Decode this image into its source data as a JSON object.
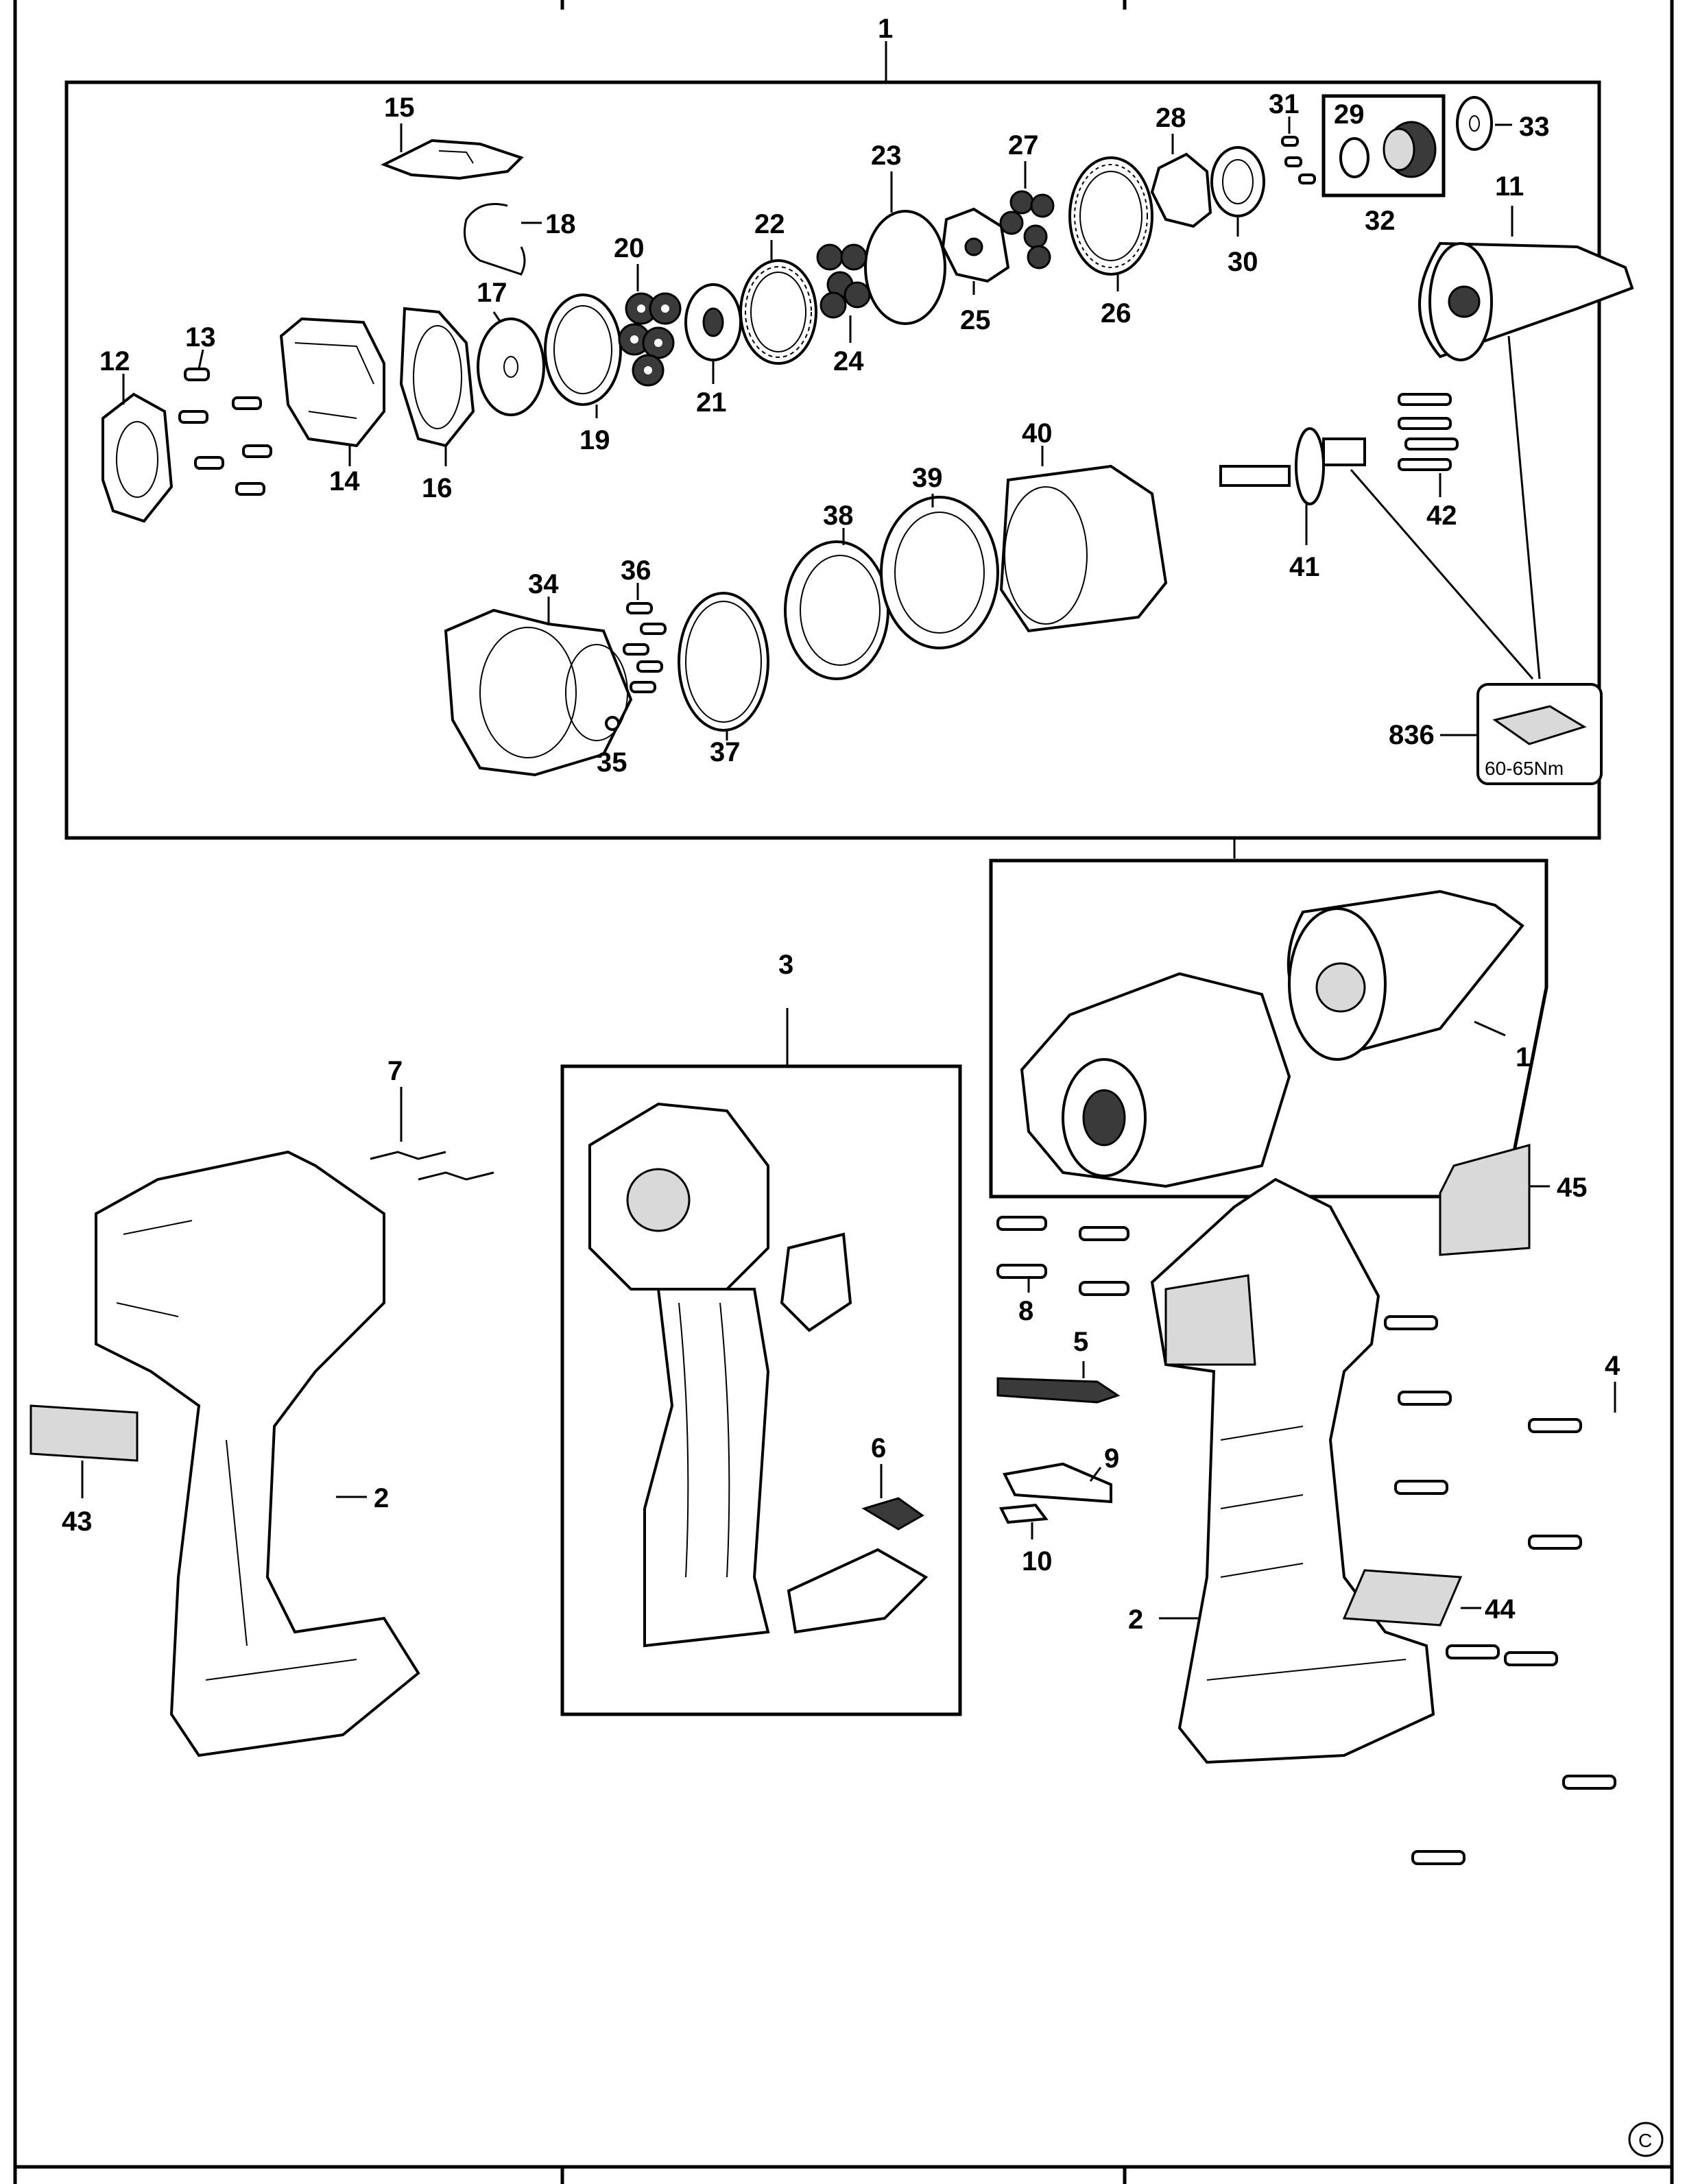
{
  "callouts": {
    "c1": "1",
    "c2": "2",
    "c3": "3",
    "c4": "4",
    "c5": "5",
    "c6": "6",
    "c7": "7",
    "c8": "8",
    "c9": "9",
    "c10": "10",
    "c11": "11",
    "c12": "12",
    "c13": "13",
    "c14": "14",
    "c15": "15",
    "c16": "16",
    "c17": "17",
    "c18": "18",
    "c19": "19",
    "c20": "20",
    "c21": "21",
    "c22": "22",
    "c23": "23",
    "c24": "24",
    "c25": "25",
    "c26": "26",
    "c27": "27",
    "c28": "28",
    "c29": "29",
    "c30": "30",
    "c31": "31",
    "c32": "32",
    "c33": "33",
    "c34": "34",
    "c35": "35",
    "c36": "36",
    "c37": "37",
    "c38": "38",
    "c39": "39",
    "c40": "40",
    "c41": "41",
    "c42": "42",
    "c43": "43",
    "c44": "44",
    "c45": "45",
    "c836": "836"
  },
  "torque_label": "60-65Nm",
  "copyright_mark": "C"
}
